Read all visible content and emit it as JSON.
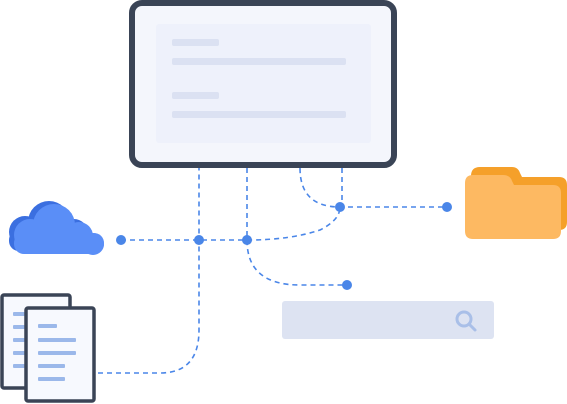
{
  "diagram": {
    "nodes": [
      {
        "id": "monitor",
        "icon": "monitor-icon"
      },
      {
        "id": "cloud",
        "icon": "cloud-icon"
      },
      {
        "id": "folder",
        "icon": "folder-icon"
      },
      {
        "id": "documents",
        "icon": "documents-icon"
      },
      {
        "id": "search-bar",
        "icon": "search-icon"
      }
    ],
    "connections": [
      {
        "from": "cloud",
        "to": "monitor"
      },
      {
        "from": "documents",
        "to": "monitor"
      },
      {
        "from": "search-bar",
        "to": "monitor"
      },
      {
        "from": "folder",
        "to": "monitor"
      }
    ]
  },
  "colors": {
    "outline": "#3a4456",
    "screen_bg": "#f4f6fc",
    "content_panel": "#eef1fb",
    "placeholder_line": "#dbe1f2",
    "connector": "#4a86e8",
    "cloud_front": "#5a8ef7",
    "cloud_back": "#3b6fe0",
    "folder_front": "#fdb962",
    "folder_back": "#f5a02a",
    "search_bar": "#dde3f2",
    "search_icon": "#a9bfe8",
    "doc_lines": "#9bb8ea",
    "doc_paper": "#f7f9fe"
  }
}
